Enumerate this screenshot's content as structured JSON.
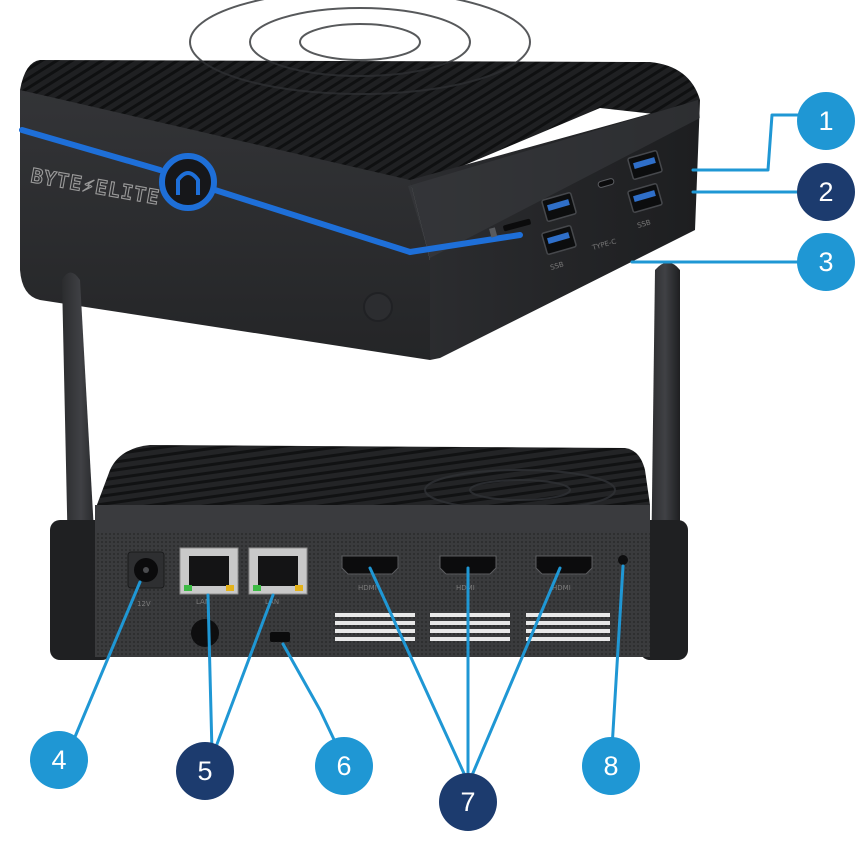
{
  "device": {
    "brand_logo": "BYTE⚡ELITE",
    "front_port_labels": {
      "usb_left": "SSB",
      "type_c": "TYPE-C",
      "usb_right": "SSB"
    },
    "rear_port_labels": {
      "dc_in": "12V",
      "lan": "LAN",
      "hdmi": "HDMI"
    }
  },
  "callouts": [
    {
      "number": "1",
      "color": "#1f97d4"
    },
    {
      "number": "2",
      "color": "#1c3b6e"
    },
    {
      "number": "3",
      "color": "#1f97d4"
    },
    {
      "number": "4",
      "color": "#1f97d4"
    },
    {
      "number": "5",
      "color": "#1c3b6e"
    },
    {
      "number": "6",
      "color": "#1f97d4"
    },
    {
      "number": "7",
      "color": "#1c3b6e"
    },
    {
      "number": "8",
      "color": "#1f97d4"
    }
  ],
  "colors": {
    "case": "#2a2b2d",
    "case_top": "#1e1f21",
    "accent_blue": "#1e6fd8",
    "leader_line": "#1f97d4"
  }
}
